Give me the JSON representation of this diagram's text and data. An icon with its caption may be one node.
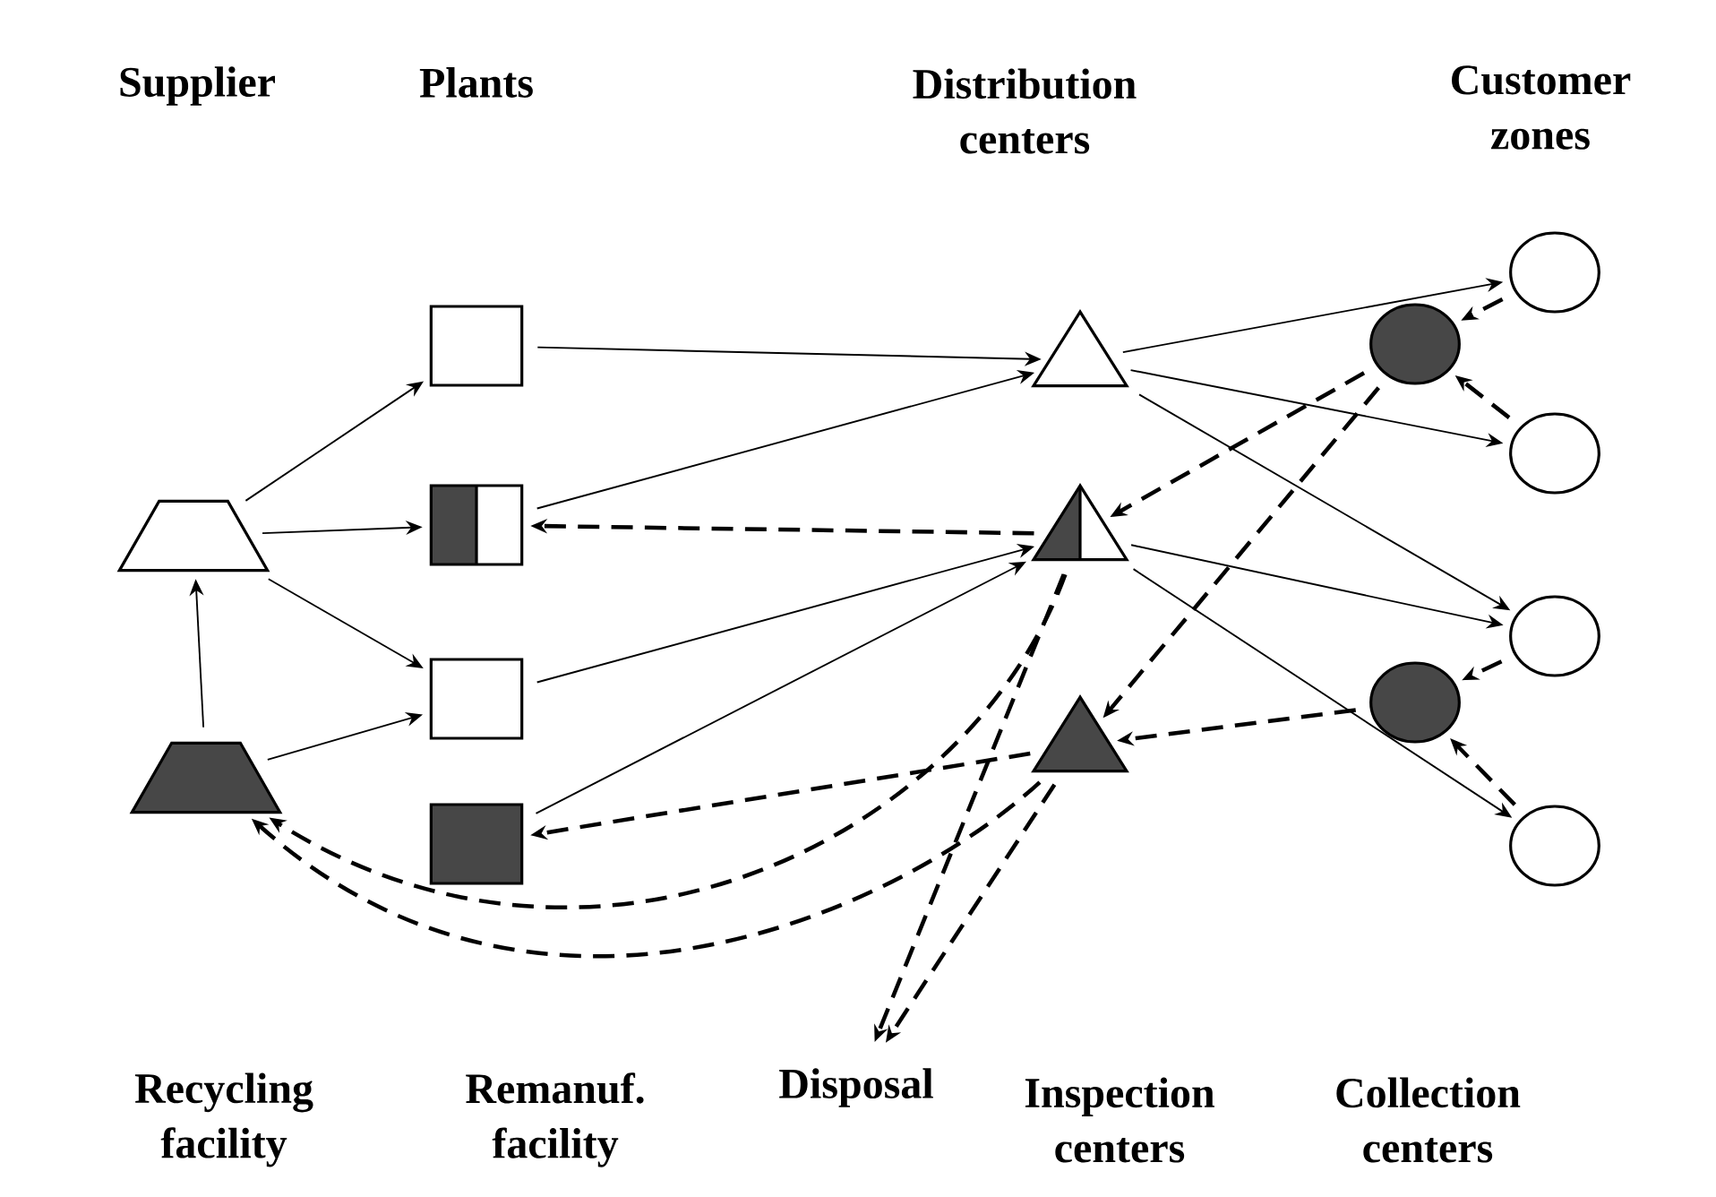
{
  "diagram": {
    "nodes": [
      {
        "text": [],
        "shape": "trapezoid"
      },
      {
        "text": [],
        "shape": "trapezoid"
      },
      {
        "text": [],
        "shape": "box"
      },
      {
        "text": [],
        "shape": "box"
      },
      {
        "text": [],
        "shape": "box"
      },
      {
        "text": [],
        "shape": "box"
      },
      {
        "text": [],
        "shape": "triangle"
      },
      {
        "text": [],
        "shape": "triangle"
      },
      {
        "text": [],
        "shape": "triangle"
      },
      {
        "text": [],
        "shape": "circle"
      },
      {
        "text": [],
        "shape": "circle"
      },
      {
        "text": [],
        "shape": "circle"
      },
      {
        "text": [],
        "shape": "circle"
      },
      {
        "text": [],
        "shape": "circle"
      },
      {
        "text": [],
        "shape": "circle"
      },
      {
        "text": [
          "Disposal"
        ]
      }
    ],
    "edges": [
      {
        "from": 0,
        "to": 2,
        "arrow": "to"
      },
      {
        "from": 0,
        "to": 3,
        "arrow": "to"
      },
      {
        "from": 0,
        "to": 4,
        "arrow": "to"
      },
      {
        "from": 1,
        "to": 0,
        "arrow": "to"
      },
      {
        "from": 1,
        "to": 4,
        "arrow": "to"
      },
      {
        "from": 2,
        "to": 6,
        "arrow": "to"
      },
      {
        "from": 3,
        "to": 6,
        "arrow": "to"
      },
      {
        "from": 4,
        "to": 7,
        "arrow": "to"
      },
      {
        "from": 5,
        "to": 7,
        "arrow": "to"
      },
      {
        "from": 6,
        "to": 9,
        "arrow": "to"
      },
      {
        "from": 6,
        "to": 11,
        "arrow": "to"
      },
      {
        "from": 6,
        "to": 12,
        "arrow": "to"
      },
      {
        "from": 7,
        "to": 12,
        "arrow": "to"
      },
      {
        "from": 7,
        "to": 14,
        "arrow": "to"
      },
      {
        "from": 9,
        "to": 10,
        "arrow": "to",
        "style": "dashed"
      },
      {
        "from": 11,
        "to": 10,
        "arrow": "to",
        "style": "dashed"
      },
      {
        "from": 12,
        "to": 13,
        "arrow": "to",
        "style": "dashed"
      },
      {
        "from": 14,
        "to": 13,
        "arrow": "to",
        "style": "dashed"
      },
      {
        "from": 10,
        "to": 7,
        "arrow": "to",
        "style": "dashed"
      },
      {
        "from": 10,
        "to": 8,
        "arrow": "to",
        "style": "dashed"
      },
      {
        "from": 13,
        "to": 8,
        "arrow": "to",
        "style": "dashed"
      },
      {
        "from": 7,
        "to": 3,
        "arrow": "to",
        "style": "dashed"
      },
      {
        "from": 8,
        "to": 5,
        "arrow": "to",
        "style": "dashed"
      },
      {
        "from": 7,
        "to": 1,
        "arrow": "to",
        "style": "dashed"
      },
      {
        "from": 8,
        "to": 1,
        "arrow": "to",
        "style": "dashed"
      },
      {
        "from": 7,
        "to": 15,
        "arrow": "to",
        "style": "dashed"
      },
      {
        "from": 8,
        "to": 15,
        "arrow": "to",
        "style": "dashed"
      }
    ],
    "labels": [
      "Supplier",
      "Plants",
      "Distribution centers",
      "Customer zones",
      "Recycling facility",
      "Remanuf. facility",
      "Inspection centers",
      "Collection centers"
    ]
  }
}
